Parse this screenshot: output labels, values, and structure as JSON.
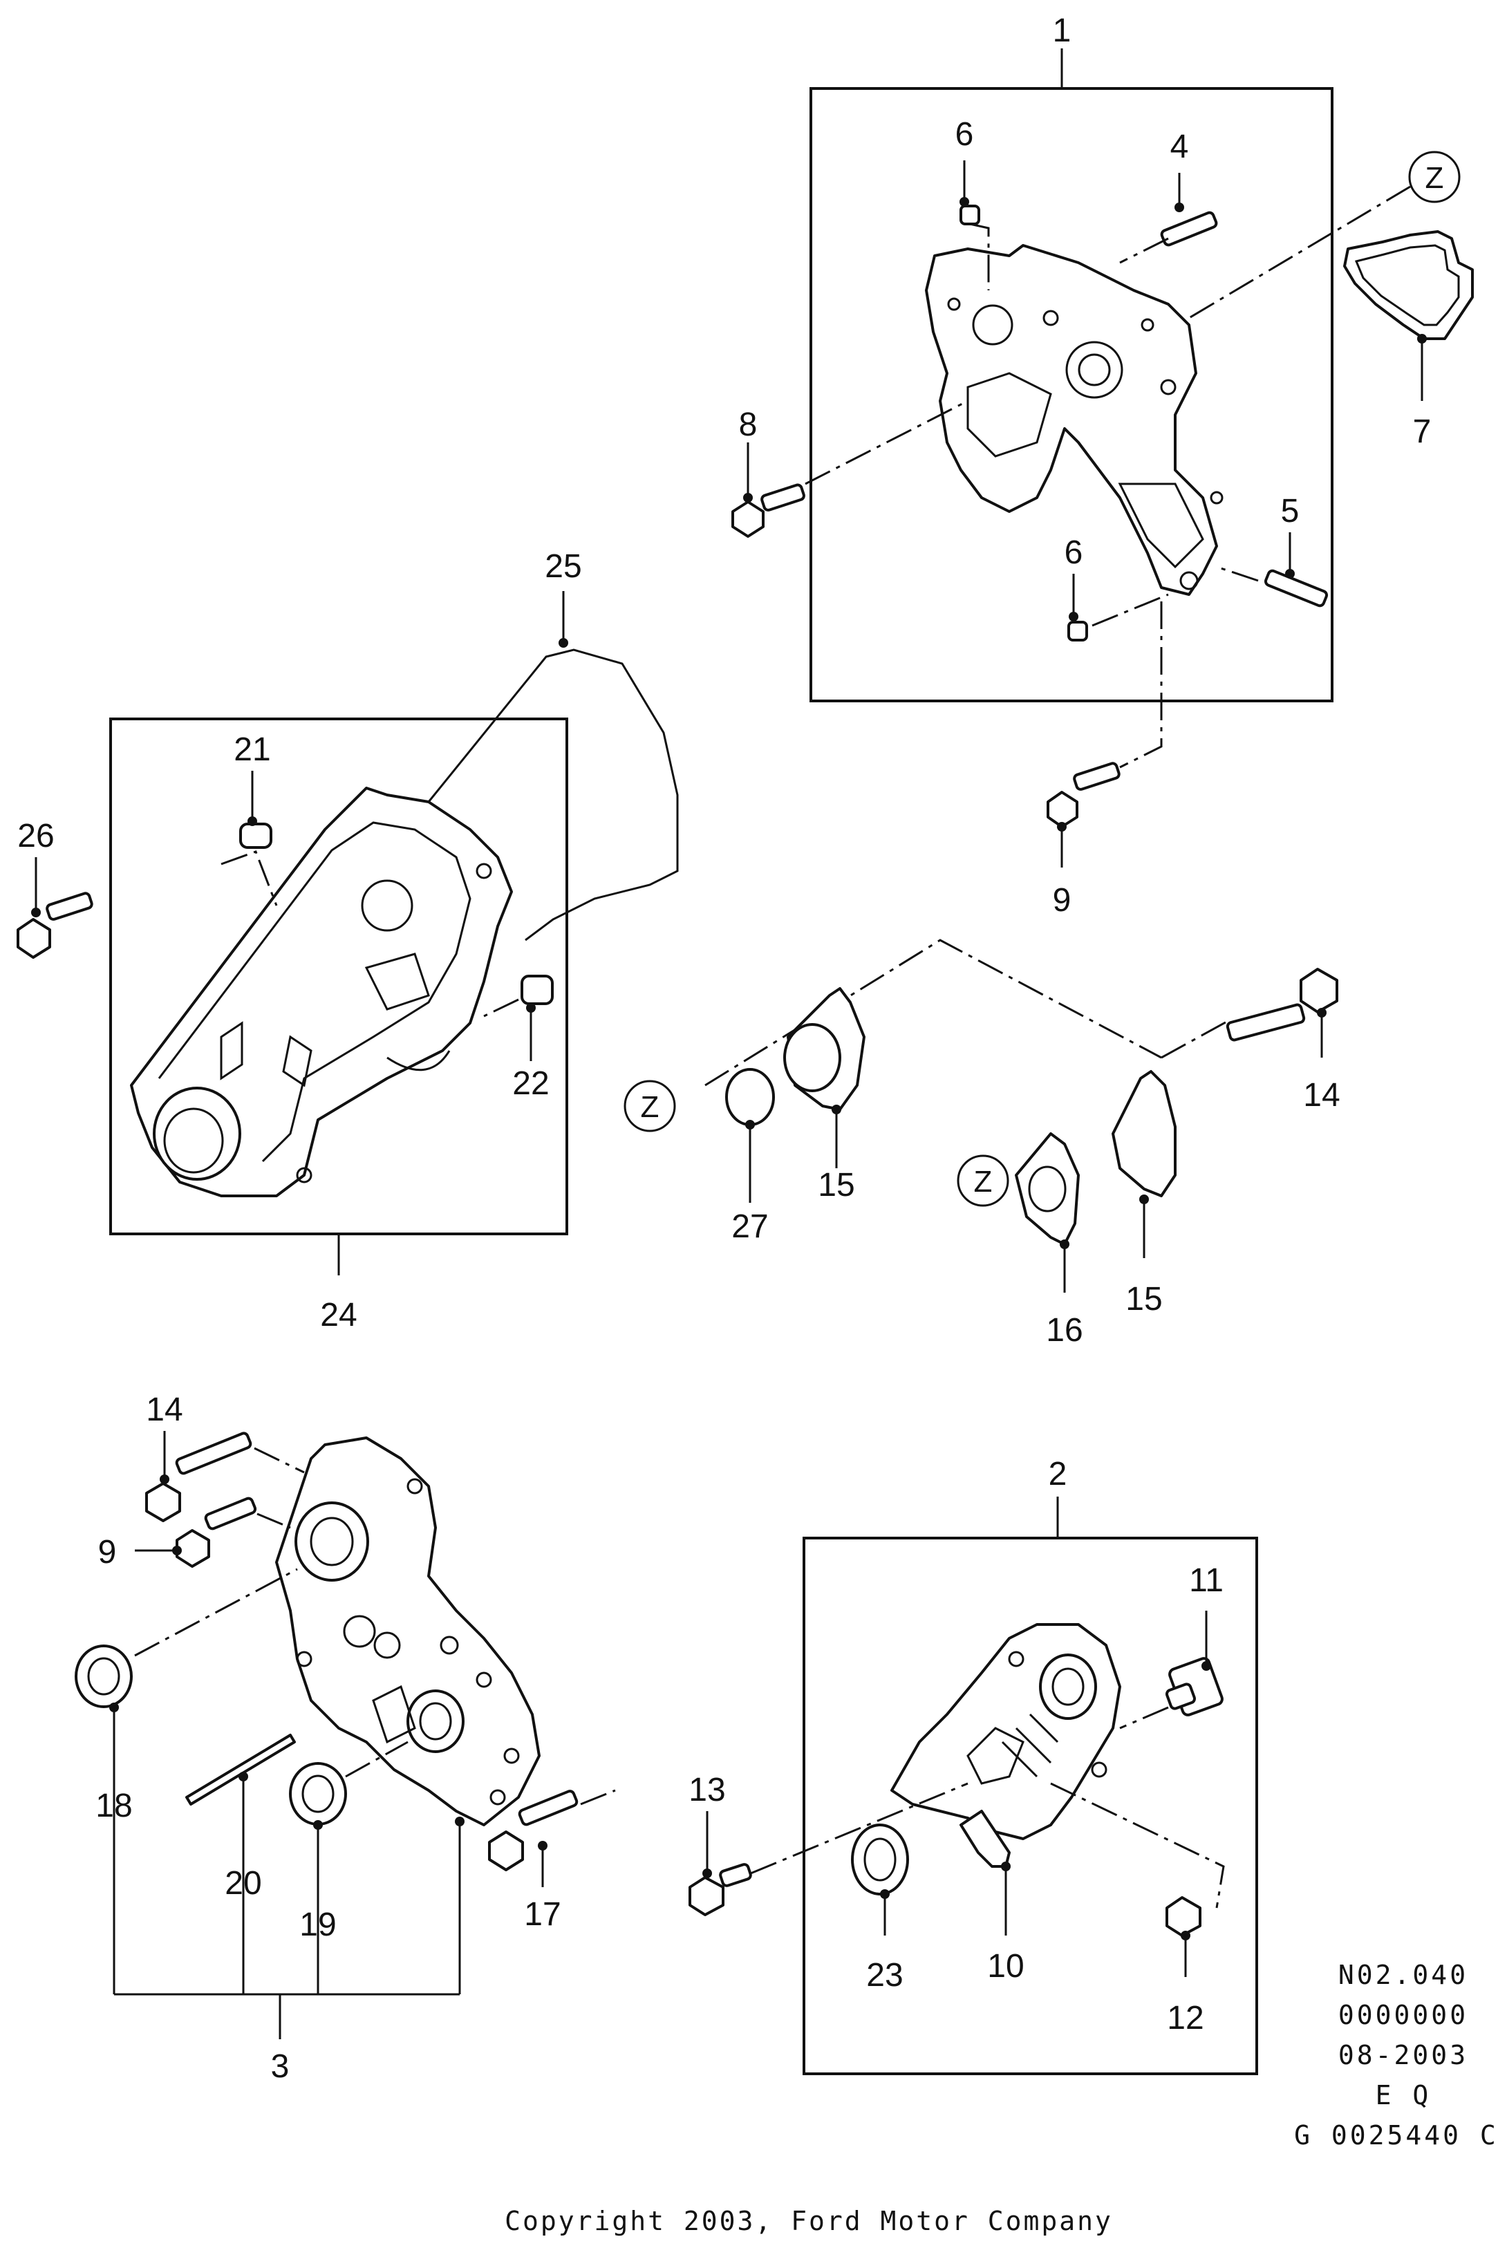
{
  "callouts": {
    "c1": "1",
    "c2": "2",
    "c3": "3",
    "c4": "4",
    "c5": "5",
    "c6a": "6",
    "c6b": "6",
    "c7": "7",
    "c8": "8",
    "c9a": "9",
    "c9b": "9",
    "c10": "10",
    "c11": "11",
    "c12": "12",
    "c13": "13",
    "c14a": "14",
    "c14b": "14",
    "c15a": "15",
    "c15b": "15",
    "c16": "16",
    "c17": "17",
    "c18": "18",
    "c19": "19",
    "c20": "20",
    "c21": "21",
    "c22": "22",
    "c23": "23",
    "c24": "24",
    "c25": "25",
    "c26": "26",
    "c27": "27"
  },
  "z_marks": {
    "z1": "Z",
    "z2": "Z",
    "z3": "Z"
  },
  "reference_block": {
    "line1": "N02.040",
    "line2": "0000000",
    "line3": "08-2003",
    "line4": "E Q",
    "line5": "G 0025440 C"
  },
  "copyright": "Copyright 2003, Ford Motor Company"
}
